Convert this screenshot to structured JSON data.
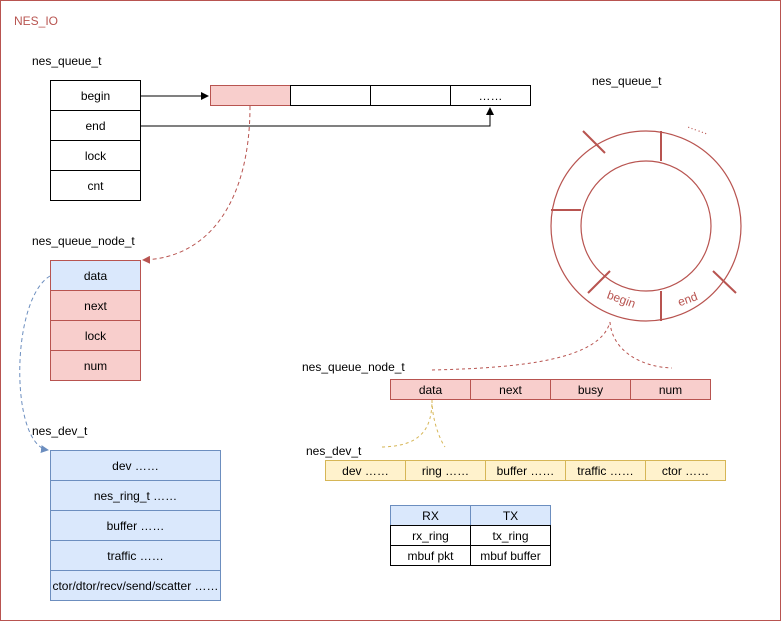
{
  "title": "NES_IO",
  "queue": {
    "label": "nes_queue_t",
    "fields": [
      "begin",
      "end",
      "lock",
      "cnt"
    ],
    "slot_ellipsis": "……"
  },
  "queue_node": {
    "label": "nes_queue_node_t",
    "fields": [
      "data",
      "next",
      "lock",
      "num"
    ]
  },
  "dev": {
    "label": "nes_dev_t",
    "fields": [
      "dev ……",
      "nes_ring_t ……",
      "buffer ……",
      "traffic ……",
      "ctor/dtor/recv/send/scatter ……"
    ]
  },
  "ring": {
    "label": "nes_queue_t",
    "ellipsis": "……",
    "begin_label": "begin",
    "end_label": "end"
  },
  "node_row": {
    "label": "nes_queue_node_t",
    "fields": [
      "data",
      "next",
      "busy",
      "num"
    ]
  },
  "dev_row": {
    "label": "nes_dev_t",
    "fields": [
      "dev ……",
      "ring ……",
      "buffer ……",
      "traffic ……",
      "ctor ……"
    ]
  },
  "rxtx_table": {
    "headers": [
      "RX",
      "TX"
    ],
    "rows": [
      [
        "rx_ring",
        "tx_ring"
      ],
      [
        "mbuf pkt",
        "mbuf buffer"
      ]
    ]
  },
  "colors": {
    "red_border": "#b85450",
    "red_fill": "#f8cecc",
    "blue_border": "#6c8ebf",
    "blue_fill": "#dae8fc",
    "yellow_border": "#d6b656",
    "yellow_fill": "#fff2cc"
  }
}
